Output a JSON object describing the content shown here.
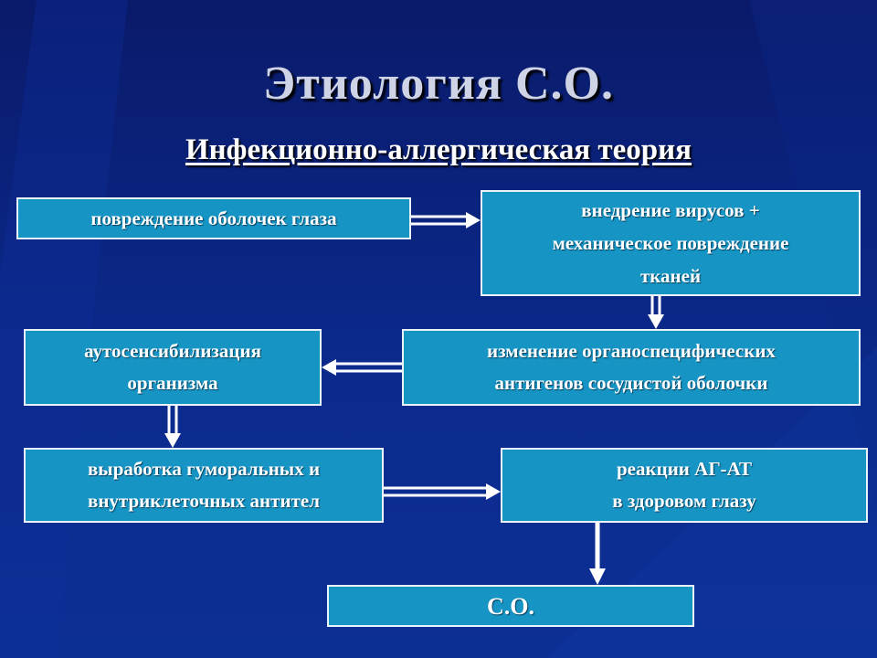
{
  "slide": {
    "title": "Этиология С.О.",
    "subtitle": "Инфекционно-аллергическая теория"
  },
  "boxes": {
    "damage": "повреждение оболочек глаза",
    "viruses": "внедрение вирусов +\nмеханическое повреждение\nтканей",
    "autosens": "аутосенсибилизация\nорганизма",
    "antigens": "изменение органоспецифических\nантигенов сосудистой оболочки",
    "antibodies": "выработка гуморальных и\nвнутриклеточных антител",
    "reactions": "реакции АГ-АТ\nв здоровом глазу",
    "result": "С.О."
  },
  "colors": {
    "background": "#0b2a8c",
    "box_fill": "#1695c4",
    "box_border": "#e8f4fa",
    "arrow": "#ffffff",
    "title_text": "#cfd3e6"
  }
}
